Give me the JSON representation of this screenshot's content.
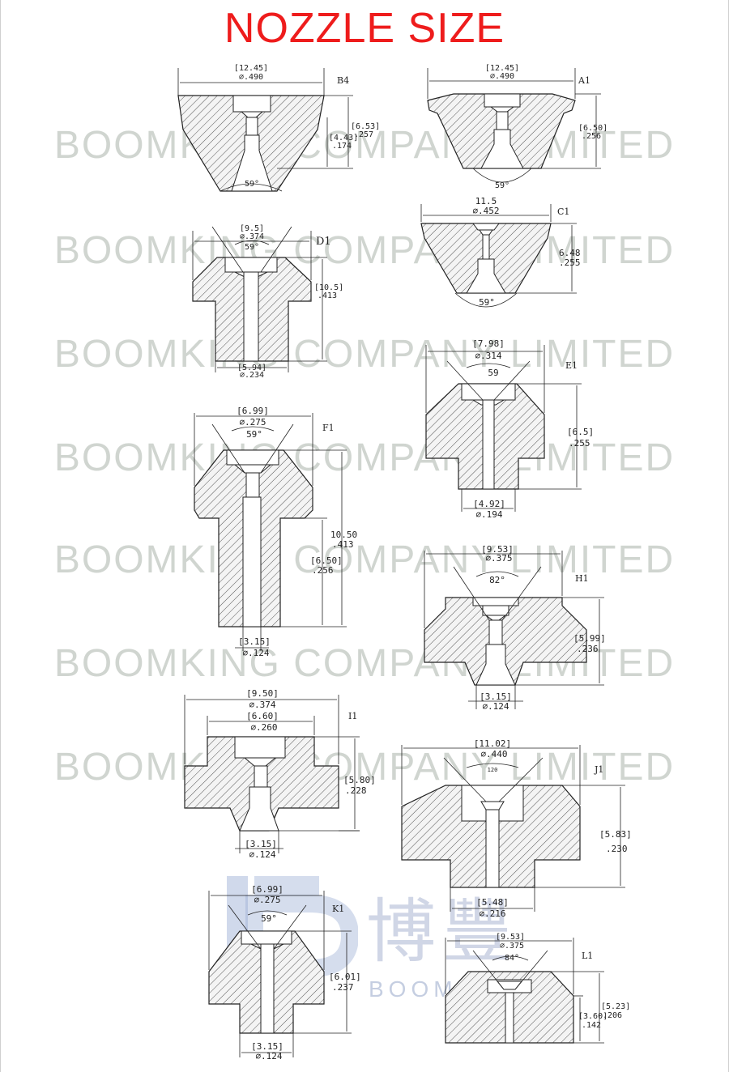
{
  "title": "NOZZLE SIZE",
  "watermark": "BOOMKING COMPANY LIMITED",
  "logo": {
    "chinese": "博豐",
    "english": "BOOM"
  },
  "nozzles": {
    "B4": {
      "label": "B4",
      "top_mm": "[12.45]",
      "top_in": "∅.490",
      "h_mm": "[6.53]",
      "h_in": ".257",
      "m_mm": "[4.43]",
      "m_in": ".174",
      "angle": "59°"
    },
    "A1": {
      "label": "A1",
      "top_mm": "[12.45]",
      "top_in": "∅.490",
      "h_mm": "[6.50]",
      "h_in": ".256",
      "angle": "59°"
    },
    "D1": {
      "label": "D1",
      "top_mm": "[9.5]",
      "top_in": "∅.374",
      "angle": "59°",
      "h_mm": "[10.5]",
      "h_in": ".413",
      "bot_mm": "[5.94]",
      "bot_in": "∅.234"
    },
    "C1": {
      "label": "C1",
      "top_mm": "11.5",
      "top_in": "∅.452",
      "h_mm": "6.48",
      "h_in": ".255",
      "angle": "59°"
    },
    "E1": {
      "label": "E1",
      "top_mm": "[7.98]",
      "top_in": "∅.314",
      "angle": "59",
      "h_mm": "[6.5]",
      "h_in": ".255",
      "bot_mm": "[4.92]",
      "bot_in": "∅.194"
    },
    "F1": {
      "label": "F1",
      "top_mm": "[6.99]",
      "top_in": "∅.275",
      "angle": "59°",
      "h_mm": "10.50",
      "h_in": ".413",
      "m_mm": "[6.50]",
      "m_in": ".256",
      "bot_mm": "[3.15]",
      "bot_in": "∅.124"
    },
    "H1": {
      "label": "H1",
      "top_mm": "[9.53]",
      "top_in": "∅.375",
      "angle": "82°",
      "h_mm": "[5.99]",
      "h_in": ".236",
      "bot_mm": "[3.15]",
      "bot_in": "∅.124"
    },
    "I1": {
      "label": "I1",
      "top_mm": "[9.50]",
      "top_in": "∅.374",
      "top2_mm": "[6.60]",
      "top2_in": "∅.260",
      "h_mm": "[5.80]",
      "h_in": ".228",
      "bot_mm": "[3.15]",
      "bot_in": "∅.124"
    },
    "J1": {
      "label": "J1",
      "top_mm": "[11.02]",
      "top_in": "∅.440",
      "angle": "120",
      "h_mm": "[5.83]",
      "h_in": ".230",
      "bot_mm": "[5.48]",
      "bot_in": "∅.216"
    },
    "K1": {
      "label": "K1",
      "top_mm": "[6.99]",
      "top_in": "∅.275",
      "angle": "59°",
      "h_mm": "[6.01]",
      "h_in": ".237",
      "bot_mm": "[3.15]",
      "bot_in": "∅.124"
    },
    "L1": {
      "label": "L1",
      "top_mm": "[9.53]",
      "top_in": "∅.375",
      "angle": "84°",
      "h_mm": "[5.23]",
      "h_in": ".206",
      "m_mm": "[3.60]",
      "m_in": ".142"
    }
  }
}
